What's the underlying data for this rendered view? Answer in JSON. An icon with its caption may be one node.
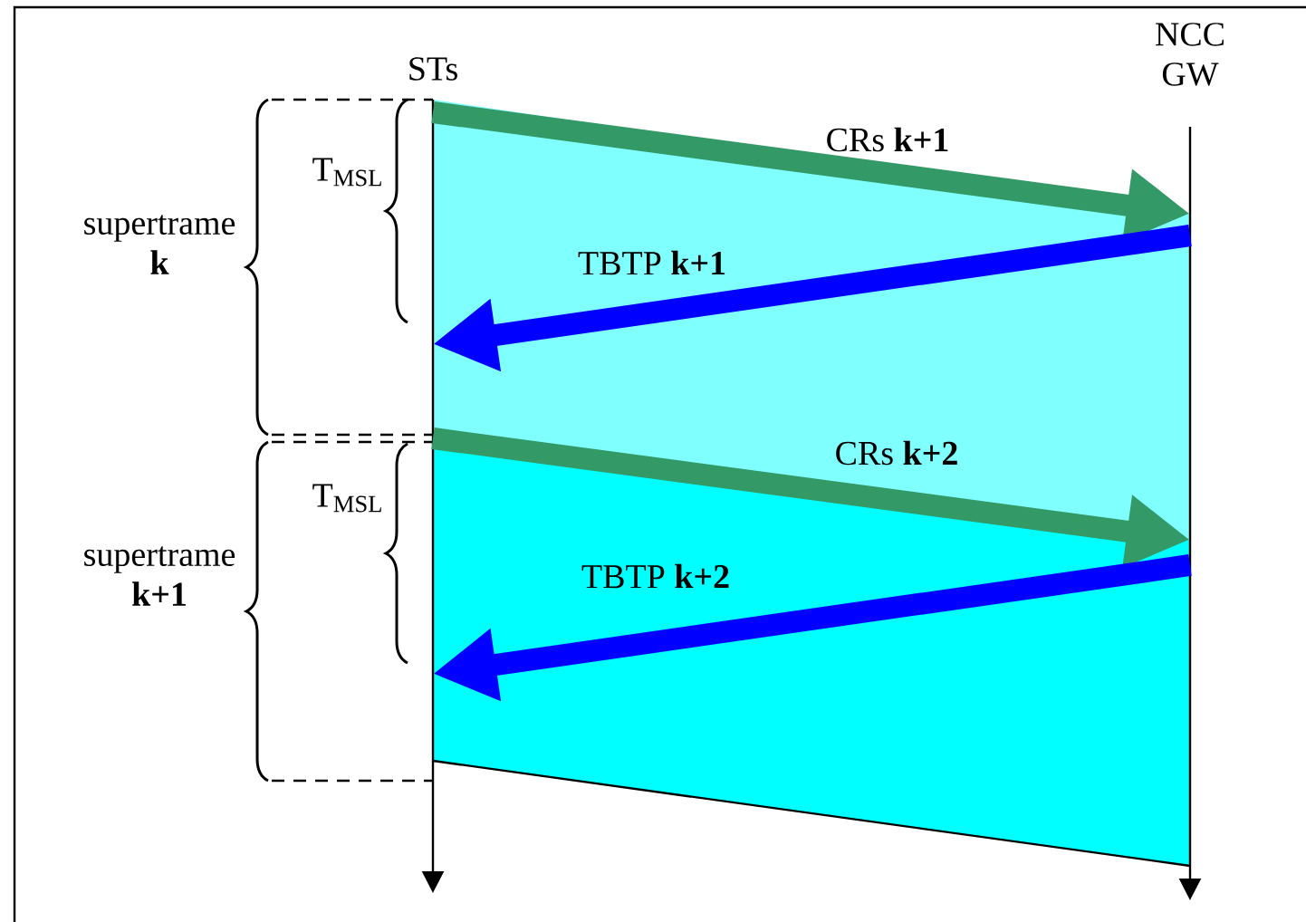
{
  "diagram": {
    "nodes": [
      {
        "text": [
          "STs"
        ]
      },
      {
        "text": [
          "NCC GW"
        ]
      }
    ],
    "edges": [
      {
        "from": 0,
        "to": 1,
        "arrow": "to",
        "label": "CRs **k+1**",
        "color": "#339966"
      },
      {
        "from": 1,
        "to": 0,
        "arrow": "to",
        "label": "TBTP **k+1**",
        "color": "#0000ff"
      },
      {
        "from": 0,
        "to": 1,
        "arrow": "to",
        "label": "CRs **k+2**",
        "color": "#339966"
      },
      {
        "from": 1,
        "to": 0,
        "arrow": "to",
        "label": "TBTP **k+2**",
        "color": "#0000ff"
      }
    ],
    "labels": [
      "supertrame **k**",
      "T$_{MSL}$",
      "supertrame **k+1**",
      "T$_{MSL}$"
    ]
  }
}
